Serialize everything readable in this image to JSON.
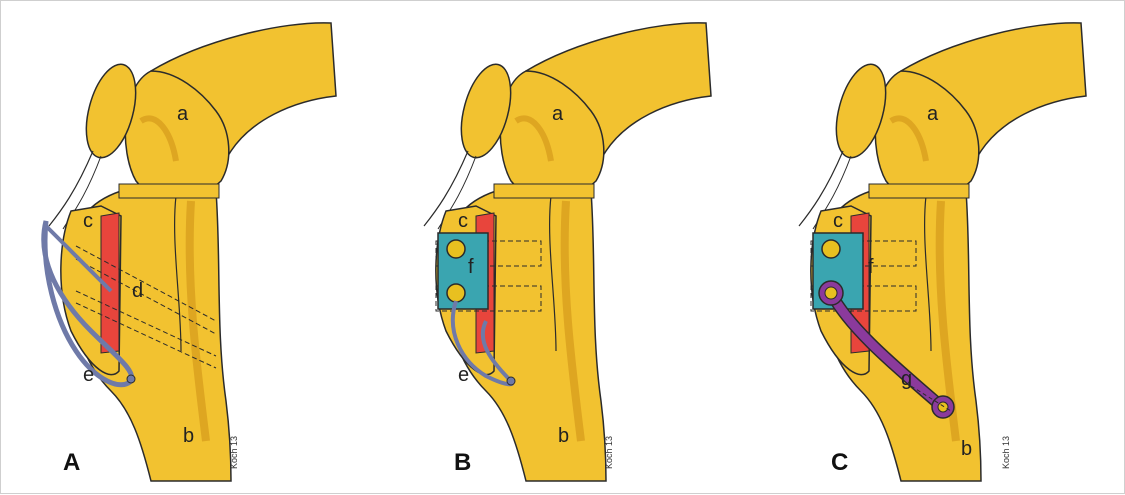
{
  "panels": [
    {
      "letter": "A",
      "labels": {
        "a": "a",
        "b": "b",
        "c": "c",
        "d": "d",
        "e": "e"
      },
      "signature": "Koch 13"
    },
    {
      "letter": "B",
      "labels": {
        "a": "a",
        "b": "b",
        "c": "c",
        "e": "e",
        "f": "f"
      },
      "signature": "Koch 13"
    },
    {
      "letter": "C",
      "labels": {
        "a": "a",
        "b": "b",
        "c": "c",
        "f": "f",
        "g": "g"
      },
      "signature": "Koch 13"
    }
  ],
  "colors": {
    "bone": "#f2c230",
    "bone_shade": "#c98a12",
    "outline": "#2b2b2b",
    "tendon_red": "#e8453c",
    "wire": "#6f7aa8",
    "plate_teal": "#3aa5b0",
    "screw": "#e8c020",
    "rod_purple": "#8b3a9c"
  }
}
